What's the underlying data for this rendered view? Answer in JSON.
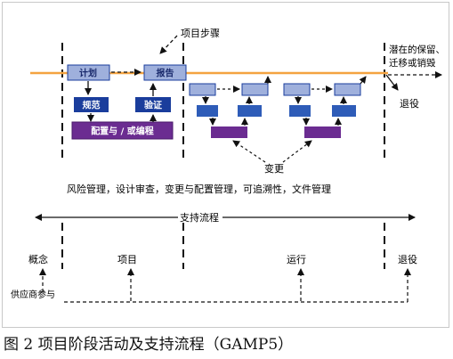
{
  "diagram": {
    "labels": {
      "project_steps": "项目步骤",
      "potential": "潜在的保留、",
      "potential2": "迁移或销毁",
      "retire_top": "退役",
      "change": "变更",
      "activities": "风险管理，设计审查，变更与配置管理，可追溯性，文件管理",
      "support": "支持流程",
      "concept": "概念",
      "project": "项目",
      "operation": "运行",
      "retire_bottom": "退役",
      "supplier": "供应商参与"
    },
    "boxes": {
      "plan": "计划",
      "report": "报告",
      "spec": "规范",
      "verify": "验证",
      "config": "配置与 / 或编程"
    },
    "colors": {
      "timeline": "#f4a340",
      "light_box": "#9fb0dc",
      "mid_box": "#2e5cb8",
      "dark_box": "#1a3d9c",
      "purple_box": "#6b2c91"
    }
  },
  "caption": "图 2  项目阶段活动及支持流程（GAMP5）"
}
